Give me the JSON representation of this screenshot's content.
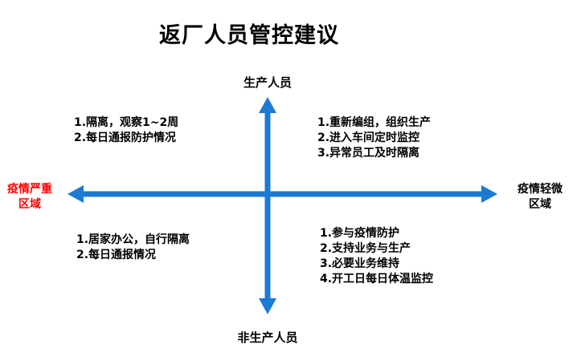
{
  "title": "返厂人员管控建议",
  "axis": {
    "top": "生产人员",
    "bottom": "非生产人员",
    "left": [
      "疫情严重",
      "区域"
    ],
    "right": [
      "疫情轻微",
      "区域"
    ]
  },
  "quadrants": {
    "top_left": [
      "1.隔离，观察1~2周",
      "2.每日通报防护情况"
    ],
    "top_right": [
      "1.重新编组，组织生产",
      "2.进入车间定时监控",
      "3.异常员工及时隔离"
    ],
    "bottom_left": [
      "1.居家办公，自行隔离",
      "2.每日通报情况"
    ],
    "bottom_right": [
      "1.参与疫情防护",
      "2.支持业务与生产",
      "3.必要业务维持",
      "4.开工日每日体温监控"
    ]
  },
  "colors": {
    "arrow": "#1b7ad3",
    "left_label": "#ff0000",
    "text": "#000000"
  }
}
